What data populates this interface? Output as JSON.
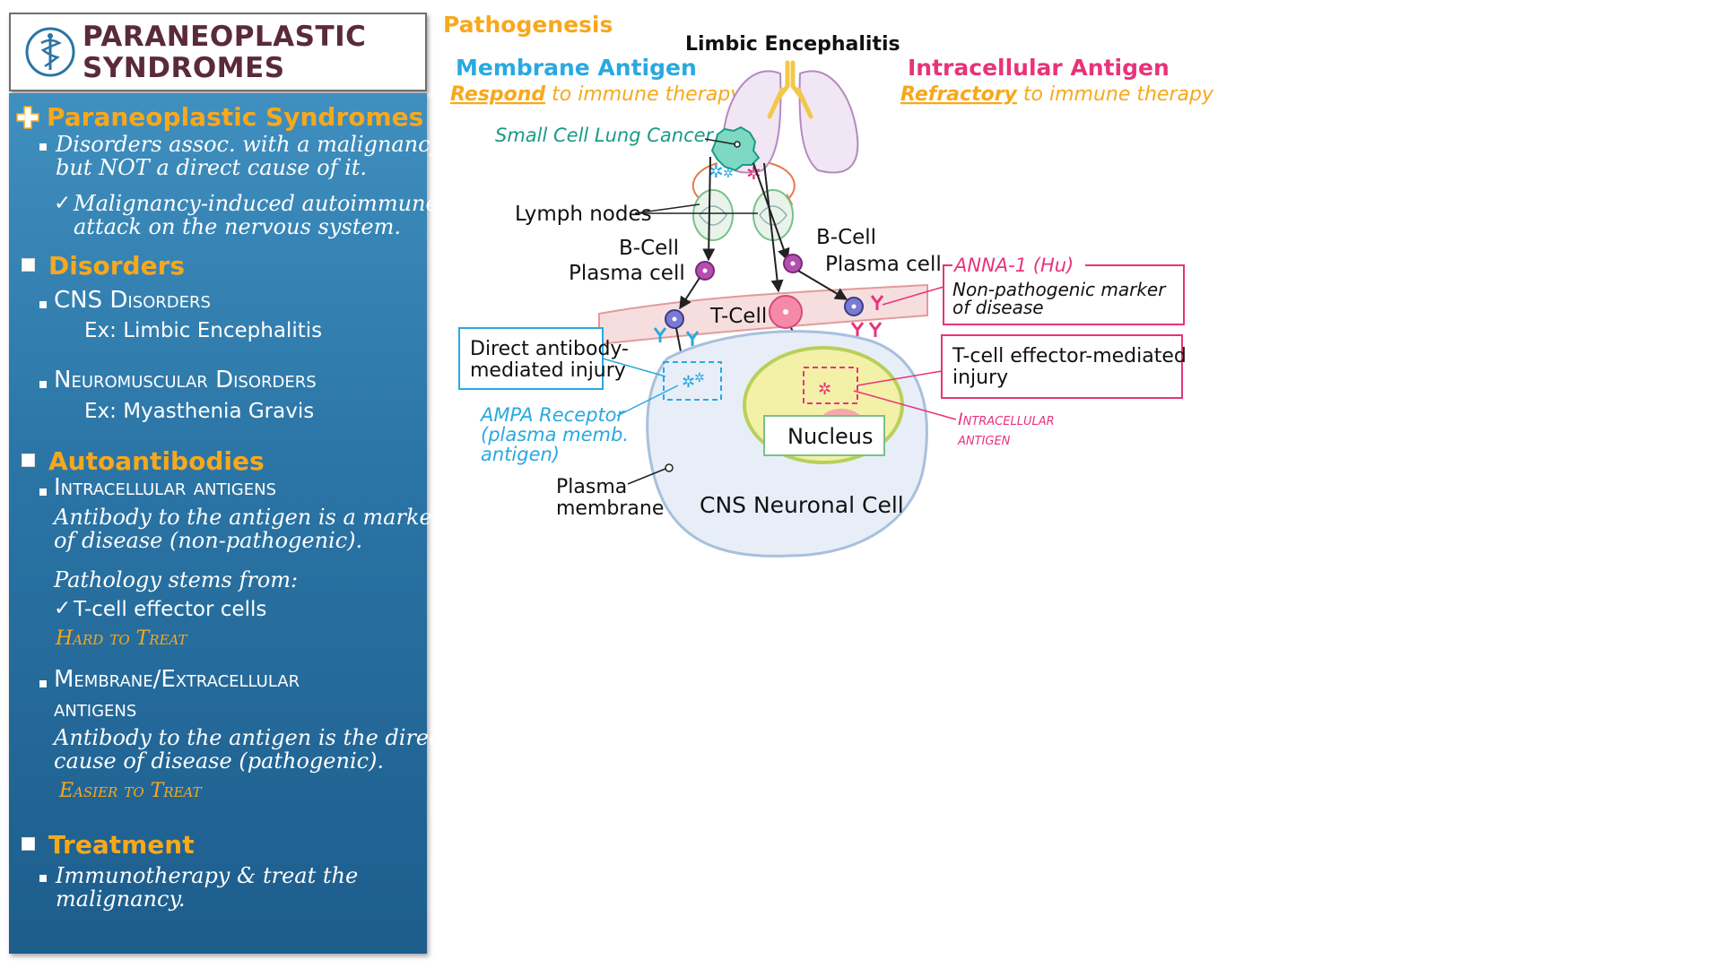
{
  "title": {
    "line1": "PARANEOPLASTIC",
    "line2": "SYNDROMES"
  },
  "sidebar": {
    "s1_heading": "Paraneoplastic Syndromes",
    "s1_bullet_l1": "Disorders assoc. with a malignancy",
    "s1_bullet_l2": "but NOT a direct cause of it.",
    "s1_check_l1": "Malignancy-induced autoimmune",
    "s1_check_l2": "attack on the nervous system.",
    "s2_heading": "Disorders",
    "s2_cns": "CNS Disorders",
    "s2_cns_ex": "Ex: Limbic Encephalitis",
    "s2_nm": "Neuromuscular Disorders",
    "s2_nm_ex": "Ex: Myasthenia Gravis",
    "s3_heading": "Autoantibodies",
    "s3_intra": "Intracellular antigens",
    "s3_intra_d1": "Antibody to the antigen is a marker",
    "s3_intra_d2": "of disease  (non-pathogenic).",
    "s3_path": "Pathology stems from:",
    "s3_tcell": "T-cell effector cells",
    "s3_hard": "Hard to Treat",
    "s3_mem1": "Membrane/Extracellular",
    "s3_mem2": "antigens",
    "s3_mem_d1": "Antibody to the antigen is the direct",
    "s3_mem_d2": "cause of disease (pathogenic).",
    "s3_easy": "Easier to Treat",
    "s4_heading": "Treatment",
    "s4_l1": "Immunotherapy & treat the",
    "s4_l2": "malignancy."
  },
  "diagram": {
    "pathogenesis": "Pathogenesis",
    "limbic": "Limbic Encephalitis",
    "membrane_title": "Membrane Antigen",
    "membrane_respond": "Respond",
    "membrane_rest": " to immune therapy",
    "intra_title": "Intracellular Antigen",
    "intra_refractory": "Refractory",
    "intra_rest": " to immune therapy",
    "sclc": "Small Cell Lung Cancer",
    "lymph": "Lymph nodes",
    "bcell_left": "B-Cell",
    "bcell_right": "B-Cell",
    "plasma_left": "Plasma cell",
    "plasma_right": "Plasma cell",
    "tcell": "T-Cell",
    "anna_title": "ANNA-1 (Hu)",
    "anna_l1": "Non-pathogenic marker",
    "anna_l2": "of disease",
    "direct_l1": "Direct antibody-",
    "direct_l2": "mediated injury",
    "tcell_inj_l1": "T-cell effector-mediated",
    "tcell_inj_l2": "injury",
    "ampa_l1": "AMPA Receptor",
    "ampa_l2": "(plasma memb.",
    "ampa_l3": "antigen)",
    "intra_ag_l1": "Intracellular",
    "intra_ag_l2": "antigen",
    "nucleus": "Nucleus",
    "plasma_mem_l1": "Plasma",
    "plasma_mem_l2": "membrane",
    "neuron": "CNS Neuronal Cell"
  },
  "colors": {
    "orange": "#f7a81d",
    "blue": "#29a9e0",
    "pink": "#e8337a",
    "teal": "#1a9a86",
    "sidebar": "#2a74a5"
  }
}
